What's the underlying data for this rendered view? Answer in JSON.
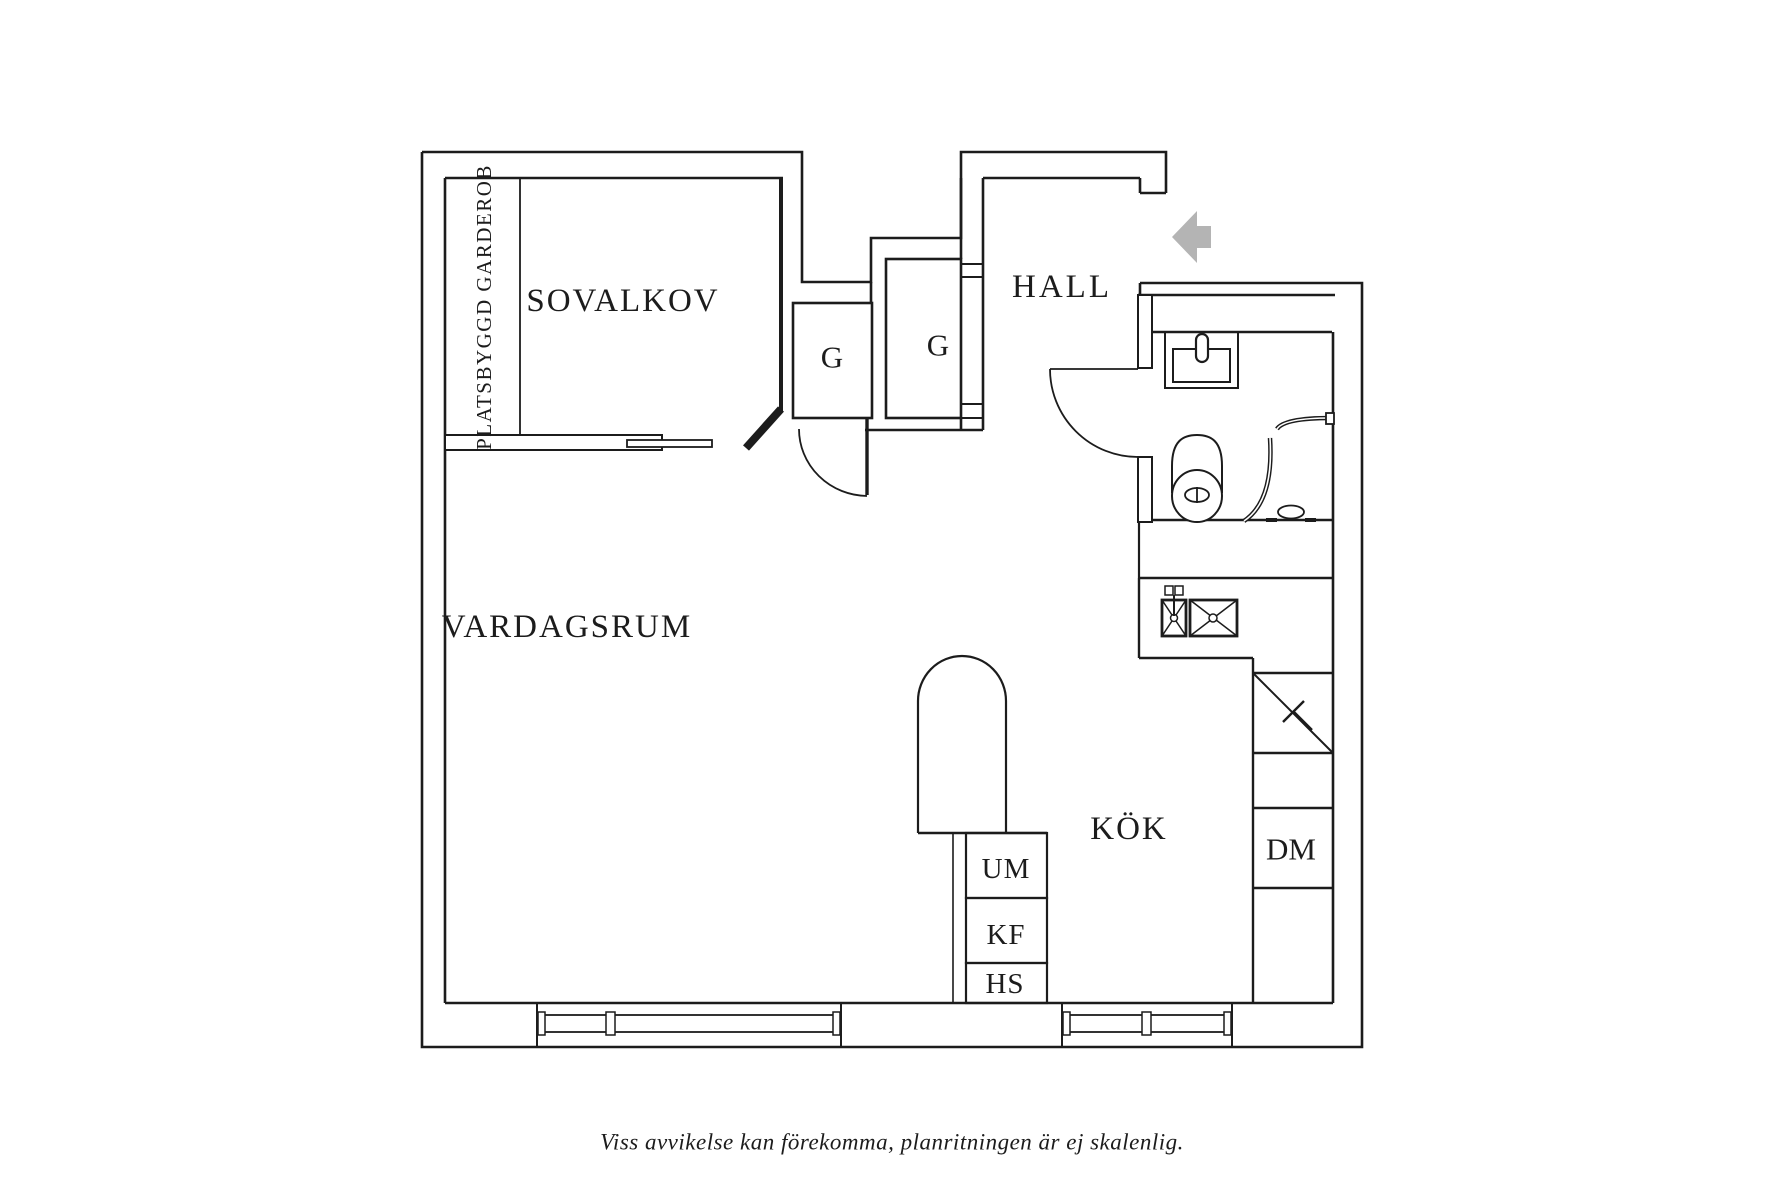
{
  "floorplan": {
    "labels": {
      "sovalkov": "SOVALKOV",
      "platsbyggd_garderob": "PLATSBYGGD GARDEROB",
      "vardagsrum": "VARDAGSRUM",
      "hall": "HALL",
      "kok": "KÖK",
      "garderob_left": "G",
      "garderob_right": "G",
      "um": "UM",
      "kf": "KF",
      "hs": "HS",
      "dm": "DM"
    },
    "caption": "Viss avvikelse kan förekomma, planritningen är ej skalenlig.",
    "colors": {
      "line": "#1c1c1c",
      "background": "#ffffff",
      "entry_arrow_fill": "#b4b4b4",
      "entry_arrow_stroke": "#8f8f8f"
    }
  }
}
